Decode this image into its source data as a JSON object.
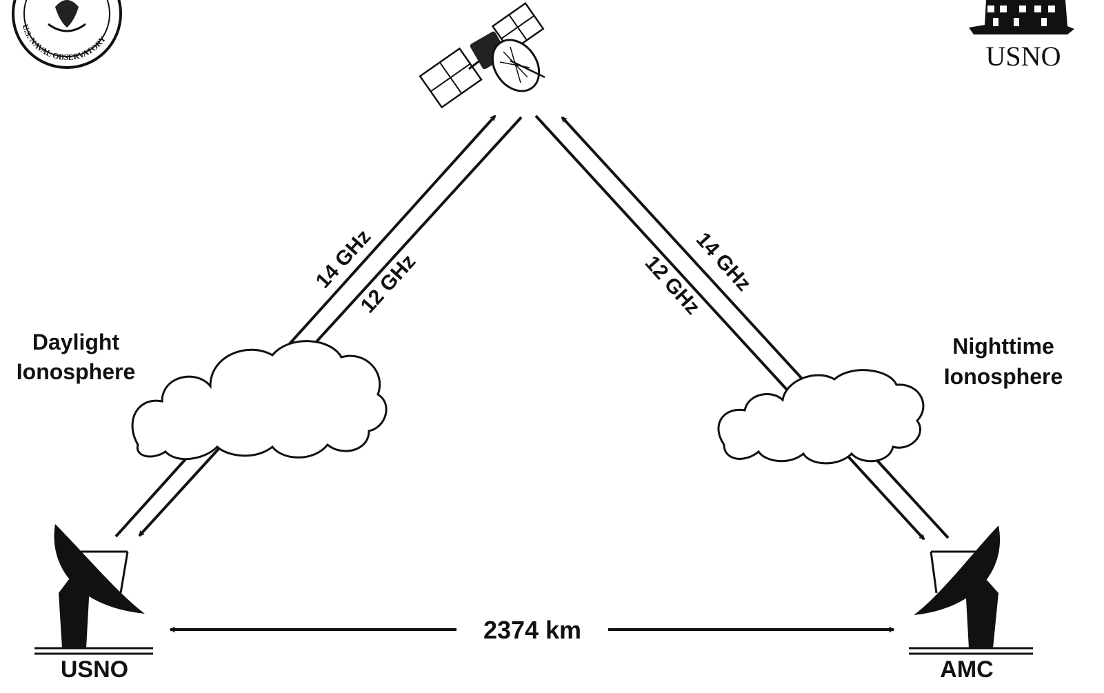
{
  "logos": {
    "left_seal_text": "U.S. NAVAL OBSERVATORY",
    "right_logo_text": "USNO"
  },
  "links": {
    "uplink_left": "14 GHz",
    "downlink_left": "12 GHz",
    "uplink_right": "14 GHz",
    "downlink_right": "12 GHz"
  },
  "regions": {
    "left_line1": "Daylight",
    "left_line2": "Ionosphere",
    "right_line1": "Nighttime",
    "right_line2": "Ionosphere"
  },
  "stations": {
    "left": "USNO",
    "right": "AMC"
  },
  "baseline": "2374 km"
}
